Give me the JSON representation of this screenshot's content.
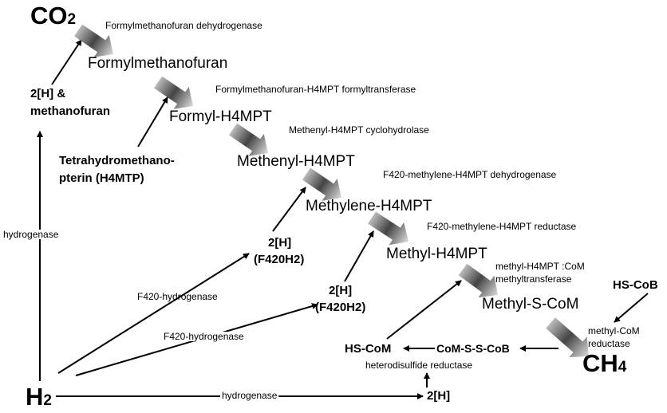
{
  "compounds": {
    "co2": {
      "base": "CO",
      "sub": "2"
    },
    "formylmethanofuran": "Formylmethanofuran",
    "formyl_h4mpt": "Formyl-H4MPT",
    "methenyl_h4mpt": "Methenyl-H4MPT",
    "methylene_h4mpt": "Methylene-H4MPT",
    "methyl_h4mpt": "Methyl-H4MPT",
    "methyl_s_com": "Methyl-S-CoM",
    "ch4": {
      "base": "CH",
      "sub": "4"
    },
    "h2": {
      "base": "H",
      "sub": "2"
    }
  },
  "enzymes": {
    "e1": "Formylmethanofuran dehydrogenase",
    "e2": "Formylmethanofuran-H4MPT formyltransferase",
    "e3": "Methenyl-H4MPT cyclohydrolase",
    "e4": "F420-methylene-H4MPT dehydrogenase",
    "e5": "F420-methylene-H4MPT reductase",
    "e6_line1": "methyl-H4MPT :CoM",
    "e6_line2": "methyltransferase",
    "e7_line1": "methyl-CoM",
    "e7_line2": "reductase",
    "hdr": "heterodisulfide reductase",
    "hyd_left": "hydrogenase",
    "hyd_bottom": "hydrogenase",
    "f420_hyd_1": "F420-hydrogenase",
    "f420_hyd_2": "F420-hydrogenase"
  },
  "cofactors": {
    "h_methanofuran_1": "2[H] &",
    "h_methanofuran_2": "methanofuran",
    "h4mtp_1": "Tetrahydromethano-",
    "h4mtp_2": "pterin (H4MTP)",
    "f420h2_a_1": "2[H]",
    "f420h2_a_2": "(F420H2)",
    "f420h2_b_1": "2[H]",
    "f420h2_b_2": "(F420H2)",
    "hs_cob": "HS-CoB",
    "hs_com": "HS-CoM",
    "com_s_s_cob": "CoM-S-S-CoB",
    "h_bottom": "2[H]"
  }
}
